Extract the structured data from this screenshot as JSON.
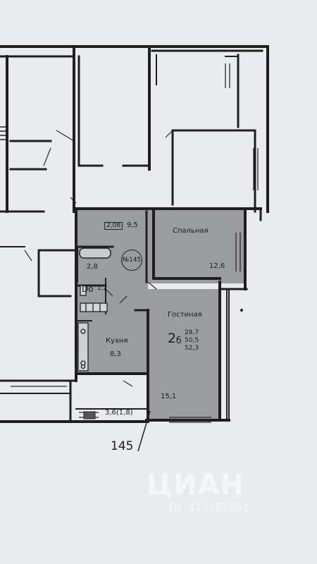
{
  "plan": {
    "title": "",
    "apartment_number": "№145",
    "corridor_box": "2,08",
    "rooms": {
      "corridor_area": "9,5",
      "bedroom_name": "Спальная",
      "bedroom_area": "12,6",
      "bath_area": "2,8",
      "wc_area": "1,2",
      "living_name": "Гостиная",
      "living_area": "15,1",
      "kitchen_name": "Кухня",
      "kitchen_area": "8,3",
      "balcony_area": "3,6(1,8)"
    },
    "summary": {
      "rooms": "2",
      "rooms_suffix": "б",
      "living_total": "28,7",
      "residential": "50,5",
      "total": "52,3"
    },
    "callout": "145",
    "wc_label": "Dо"
  },
  "watermark": {
    "logo": "ЦИАН",
    "id": "ID 313282961"
  }
}
